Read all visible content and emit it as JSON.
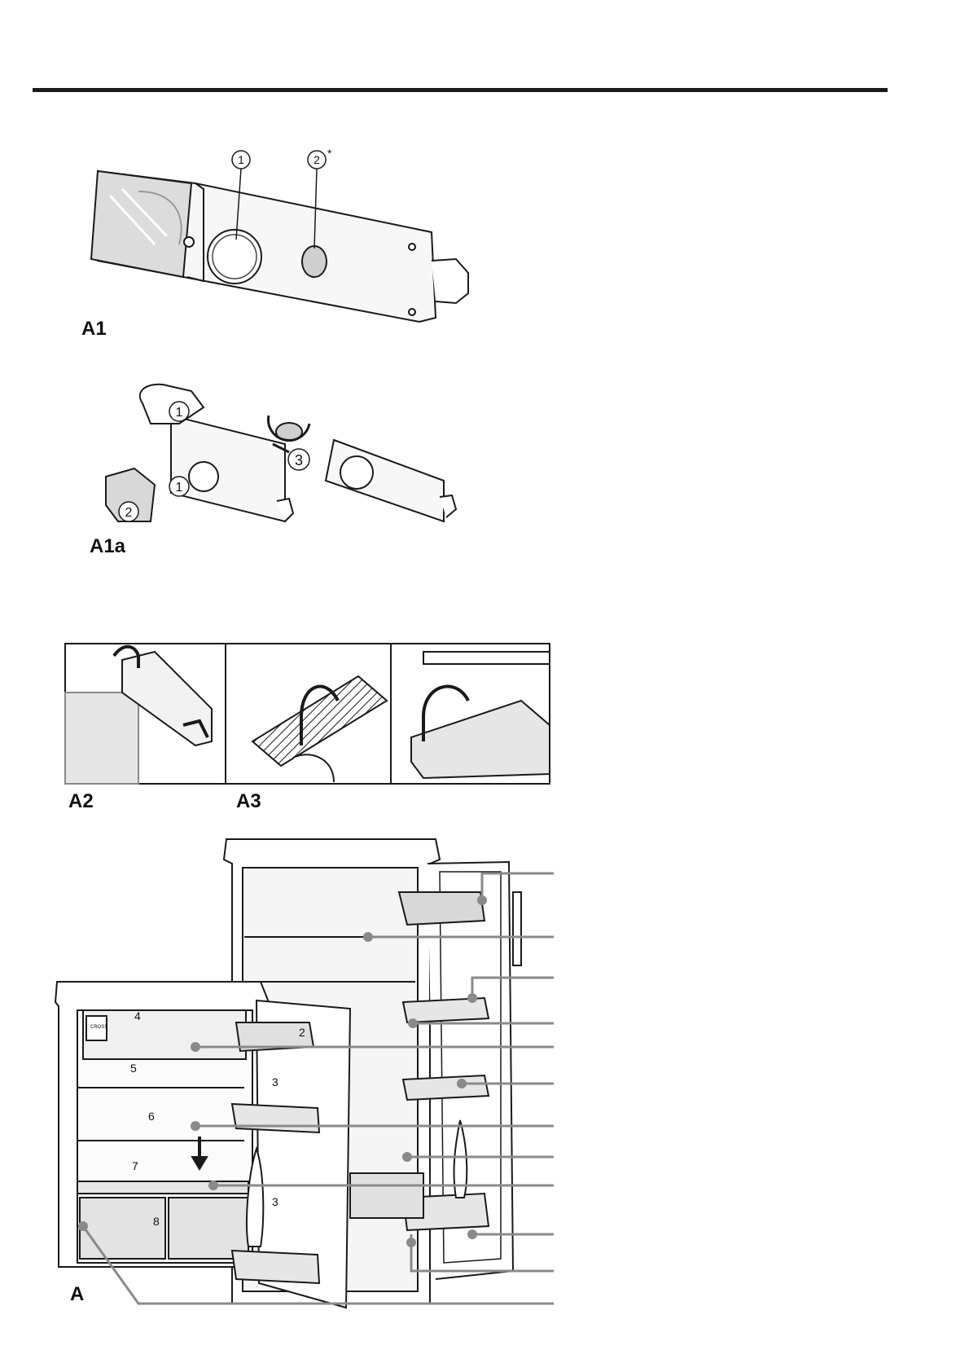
{
  "figures": {
    "a1": {
      "label": "A1",
      "callout_1": "1",
      "callout_2": "2",
      "callout_2_mark": "*"
    },
    "a1a": {
      "label": "A1a",
      "step_1": "1",
      "step_2": "2",
      "step_3": "3"
    },
    "a2": {
      "label": "A2"
    },
    "a3": {
      "label": "A3"
    },
    "a": {
      "label": "A",
      "interior_numbers": [
        "4",
        "2",
        "5",
        "3",
        "6",
        "7",
        "3",
        "8"
      ],
      "brand_plate": "CROSS"
    }
  },
  "colors": {
    "ink": "#1a1a1a",
    "gray_line": "#8a8a8a",
    "panel_fill": "#f2f2f2"
  }
}
